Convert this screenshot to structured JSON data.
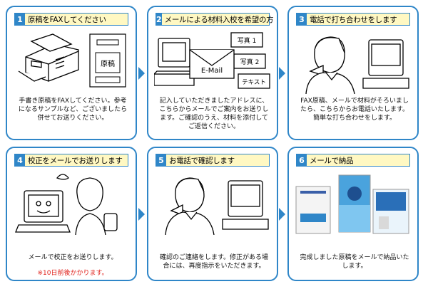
{
  "steps": [
    {
      "num": "1",
      "title": "原稿をFAXしてください",
      "body": "手書き原稿をFAXしてください。参考になるサンプルなど、ございましたら併せてお送りください。",
      "label": "原稿"
    },
    {
      "num": "2",
      "title": "メールによる材料入校を希望の方",
      "body": "記入していただきましたアドレスに、こちらからメールでご案内をお送りします。ご確認のうえ、材料を添付してご返信ください。",
      "email": "E-Mail",
      "photo1": "写真 1",
      "photo2": "写真 2",
      "text": "テキスト"
    },
    {
      "num": "3",
      "title": "電話で打ち合わせをします",
      "body": "FAX原稿、メールで材料がそろいましたら、こちらからお電話いたします。簡単な打ち合わせをします。"
    },
    {
      "num": "4",
      "title": "校正をメールでお送りします",
      "body": "メールで校正をお送りします。",
      "note": "※10日前後かかります。"
    },
    {
      "num": "5",
      "title": "お電話で確認します",
      "body": "確認のご連絡をします。修正がある場合には、再度指示をいただきます。"
    },
    {
      "num": "6",
      "title": "メールで納品",
      "body": "完成しました原稿をメールで納品いたします。"
    }
  ],
  "icons": [
    "fax-machine",
    "document",
    "computer",
    "envelope",
    "person-phone",
    "person-computer",
    "finished-prints"
  ],
  "colors": {
    "border": "#2f86c8",
    "header_bg": "#fff8c2",
    "note": "#e0201a"
  }
}
